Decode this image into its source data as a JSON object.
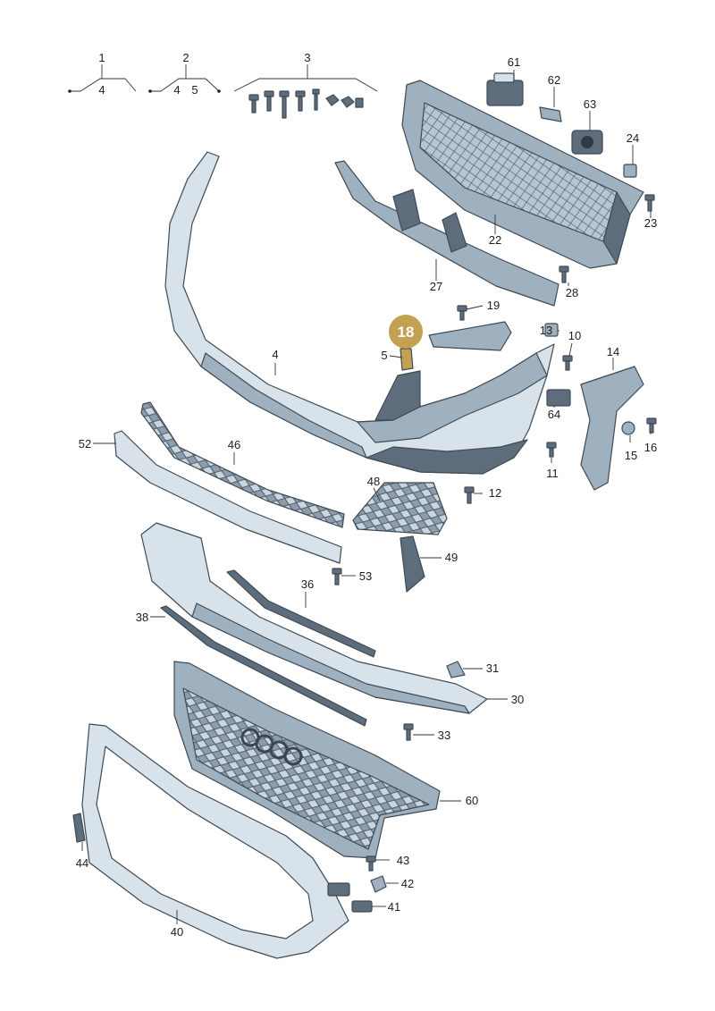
{
  "highlight": {
    "label": "18",
    "color": "#c4a052"
  },
  "colors": {
    "part_light": "#d7e2ea",
    "part_mid": "#9fb0bf",
    "part_dark": "#5d6d7c",
    "outline": "#3f4a55"
  },
  "labels": {
    "p1": "1",
    "p2": "2",
    "p3": "3",
    "p4": "4",
    "p4a": "4",
    "p4b": "4",
    "p5": "5",
    "p5a": "5",
    "p10": "10",
    "p11": "11",
    "p12": "12",
    "p13": "13",
    "p14": "14",
    "p15": "15",
    "p16": "16",
    "p19": "19",
    "p22": "22",
    "p23": "23",
    "p24": "24",
    "p27": "27",
    "p28": "28",
    "p30": "30",
    "p31": "31",
    "p33": "33",
    "p36": "36",
    "p38": "38",
    "p40": "40",
    "p41": "41",
    "p42": "42",
    "p43": "43",
    "p44": "44",
    "p46": "46",
    "p48": "48",
    "p49": "49",
    "p52": "52",
    "p53": "53",
    "p60": "60",
    "p61": "61",
    "p62": "62",
    "p63": "63",
    "p64": "64"
  }
}
